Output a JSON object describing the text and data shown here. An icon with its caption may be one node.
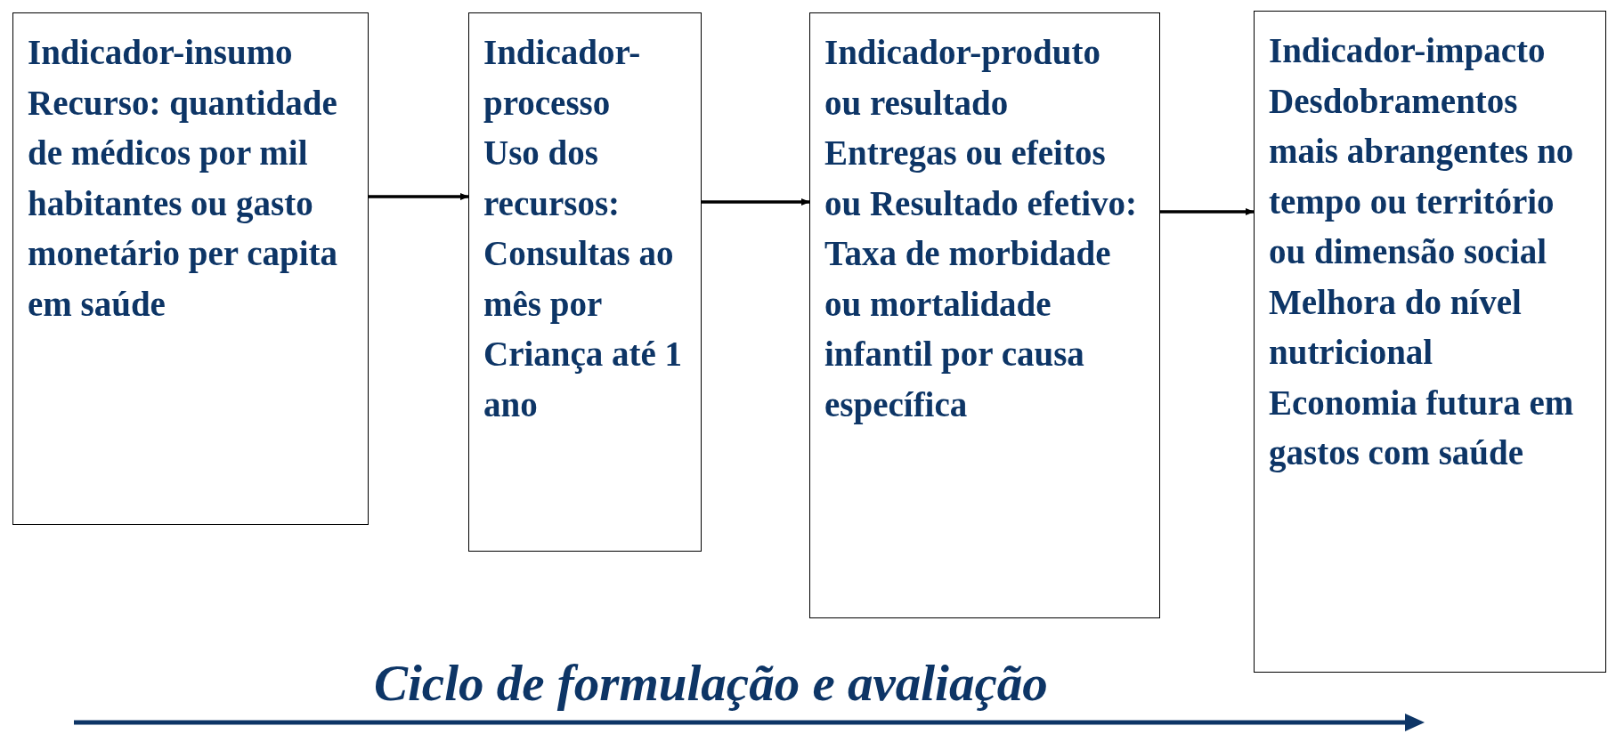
{
  "diagram": {
    "nodes": [
      {
        "text": [
          "Indicador-insumo",
          "Recurso: quantidade de médicos por mil habitantes ou gasto monetário per capita em saúde"
        ]
      },
      {
        "text": [
          "Indicador-processo",
          "Uso dos recursos: Consultas ao mês por Criança até 1 ano"
        ]
      },
      {
        "text": [
          "Indicador-produto ou resultado",
          "Entregas ou efeitos ou Resultado efetivo: Taxa de morbidade ou mortalidade infantil por causa específica"
        ]
      },
      {
        "text": [
          "Indicador-impacto",
          "Desdobramentos mais abrangentes no tempo ou território ou dimensão social",
          "Melhora do nível nutricional",
          "Economia futura em gastos com saúde"
        ]
      }
    ],
    "edges": [
      {
        "from": 0,
        "to": 1,
        "arrow": "to"
      },
      {
        "from": 1,
        "to": 2,
        "arrow": "to"
      },
      {
        "from": 2,
        "to": 3,
        "arrow": "to"
      }
    ],
    "labels": [
      "Ciclo de formulação e avaliação"
    ]
  }
}
